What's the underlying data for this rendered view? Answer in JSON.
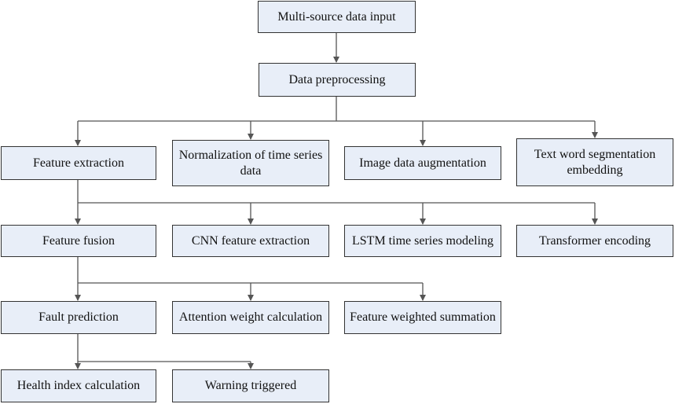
{
  "diagram": {
    "nodes": {
      "input": "Multi-source data input",
      "preprocessing": "Data preprocessing",
      "feature_extraction": "Feature extraction",
      "normalization": "Normalization of time series data",
      "image_augmentation": "Image data augmentation",
      "text_embedding": "Text word segmentation embedding",
      "feature_fusion": "Feature fusion",
      "cnn": "CNN feature extraction",
      "lstm": "LSTM time series modeling",
      "transformer": "Transformer encoding",
      "fault_prediction": "Fault prediction",
      "attention": "Attention weight calculation",
      "weighted_sum": "Feature weighted summation",
      "health_index": "Health index calculation",
      "warning": "Warning triggered"
    },
    "edges": [
      [
        "input",
        "preprocessing"
      ],
      [
        "preprocessing",
        "feature_extraction"
      ],
      [
        "preprocessing",
        "normalization"
      ],
      [
        "preprocessing",
        "image_augmentation"
      ],
      [
        "preprocessing",
        "text_embedding"
      ],
      [
        "feature_extraction",
        "feature_fusion"
      ],
      [
        "feature_extraction",
        "cnn"
      ],
      [
        "feature_extraction",
        "lstm"
      ],
      [
        "feature_extraction",
        "transformer"
      ],
      [
        "feature_fusion",
        "fault_prediction"
      ],
      [
        "feature_fusion",
        "attention"
      ],
      [
        "feature_fusion",
        "weighted_sum"
      ],
      [
        "fault_prediction",
        "health_index"
      ],
      [
        "fault_prediction",
        "warning"
      ]
    ]
  },
  "colors": {
    "box_fill": "#e8eef8",
    "box_border": "#333333",
    "connector": "#555555"
  }
}
